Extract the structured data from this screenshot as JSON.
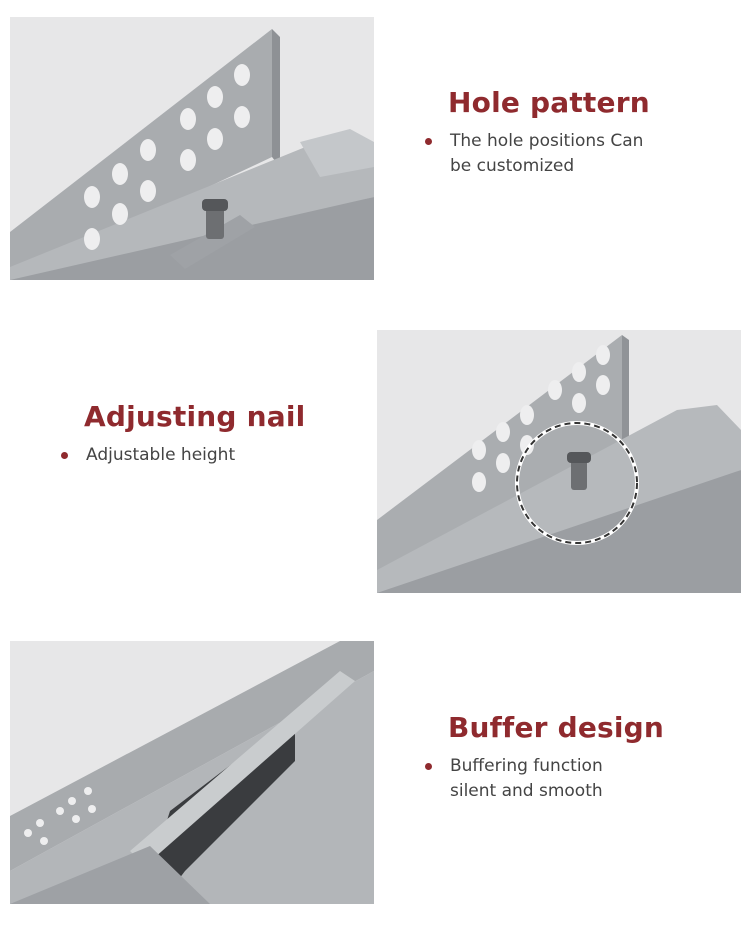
{
  "sections": [
    {
      "title": "Hole pattern",
      "bullet_lines": [
        "The hole positions Can",
        "be customized"
      ],
      "image": "hole-pattern-slide-photo"
    },
    {
      "title": "Adjusting nail",
      "bullet_lines": [
        "Adjustable height"
      ],
      "image": "adjusting-nail-slide-photo"
    },
    {
      "title": "Buffer design",
      "bullet_lines": [
        "Buffering function",
        "silent and smooth"
      ],
      "image": "buffer-design-slide-photo"
    }
  ],
  "colors": {
    "accent": "#8f2a2e",
    "text": "#444444",
    "photo_bg": "#e6e6e7",
    "metal": "#a7aaad"
  }
}
